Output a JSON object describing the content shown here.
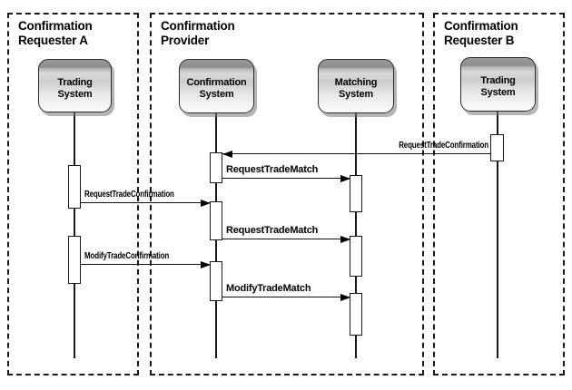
{
  "diagram": {
    "type": "sequence-diagram",
    "lanes": [
      {
        "label": "Confirmation\nRequester A"
      },
      {
        "label": "Confirmation\nProvider"
      },
      {
        "label": "Confirmation\nRequester B"
      }
    ],
    "actors": [
      {
        "id": "trading-system-a",
        "label": "Trading\nSystem",
        "lane": "Confirmation Requester A"
      },
      {
        "id": "confirmation-system",
        "label": "Confirmation\nSystem",
        "lane": "Confirmation Provider"
      },
      {
        "id": "matching-system",
        "label": "Matching\nSystem",
        "lane": "Confirmation Provider"
      },
      {
        "id": "trading-system-b",
        "label": "Trading\nSystem",
        "lane": "Confirmation Requester B"
      }
    ],
    "messages": [
      {
        "label": "RequestTradeConfirmation",
        "from": "trading-system-b",
        "to": "confirmation-system",
        "direction": "left"
      },
      {
        "label": "RequestTradeMatch",
        "from": "confirmation-system",
        "to": "matching-system",
        "direction": "right"
      },
      {
        "label": "RequestTradeConfirmation",
        "from": "trading-system-a",
        "to": "confirmation-system",
        "direction": "right"
      },
      {
        "label": "RequestTradeMatch",
        "from": "confirmation-system",
        "to": "matching-system",
        "direction": "right"
      },
      {
        "label": "ModifyTradeConfirmation",
        "from": "trading-system-a",
        "to": "confirmation-system",
        "direction": "right"
      },
      {
        "label": "ModifyTradeMatch",
        "from": "confirmation-system",
        "to": "matching-system",
        "direction": "right"
      }
    ],
    "colors": {
      "line": "#111111",
      "lane_border": "#1a1a1a",
      "actor_gradient_top": "#8d8d8d",
      "actor_gradient_bottom": "#fbfbfb",
      "background": "#ffffff"
    }
  }
}
